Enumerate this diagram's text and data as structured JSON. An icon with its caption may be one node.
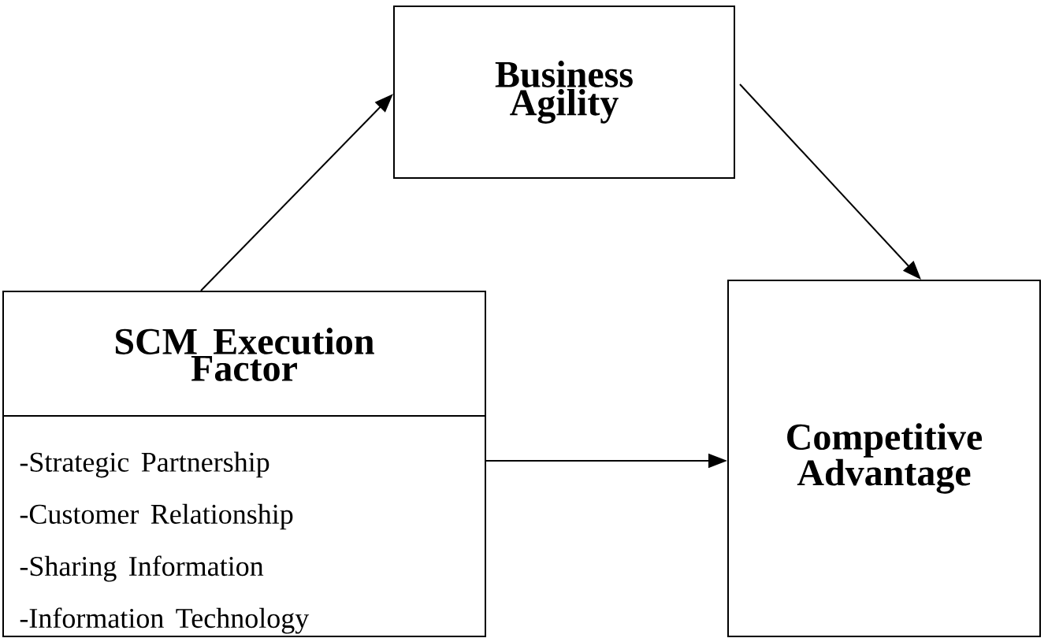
{
  "diagram": {
    "nodes": [
      {
        "text": [
          "SCM Execution Factor",
          "-Strategic Partnership",
          "-Customer Relationship",
          "-Sharing Information",
          "-Information Technology"
        ]
      },
      {
        "text": [
          "Business Agility"
        ]
      },
      {
        "text": [
          "Competitive Advantage"
        ]
      }
    ],
    "edges": [
      {
        "from": 0,
        "to": 1,
        "arrow": "to"
      },
      {
        "from": 1,
        "to": 2,
        "arrow": "to"
      },
      {
        "from": 0,
        "to": 2,
        "arrow": "to"
      }
    ]
  }
}
